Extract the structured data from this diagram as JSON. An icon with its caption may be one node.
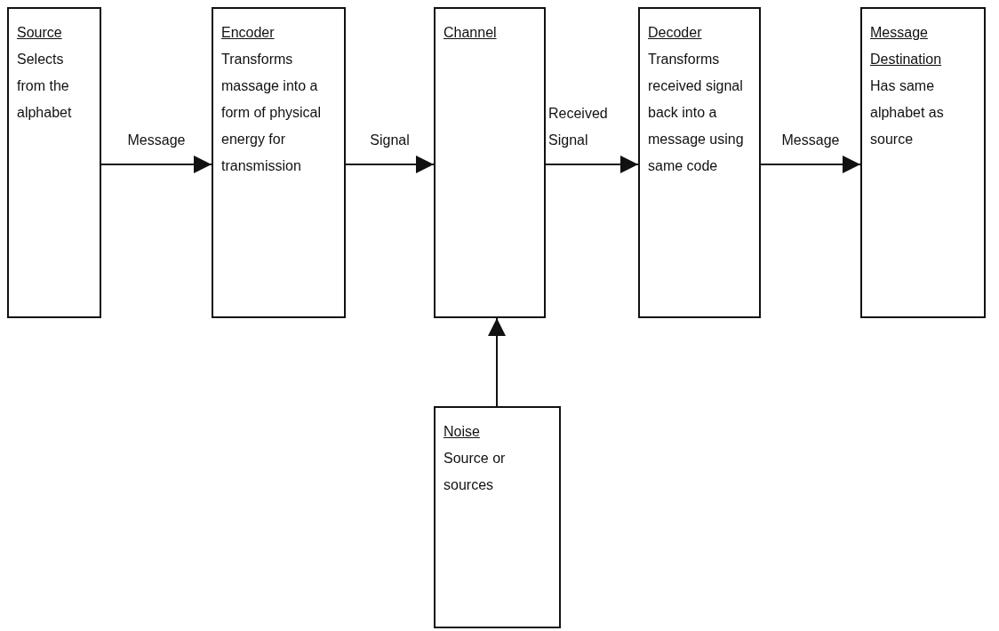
{
  "diagram": {
    "nodes": [
      {
        "text": [
          "Source",
          "Selects from the alphabet"
        ]
      },
      {
        "text": [
          "Encoder",
          "Transforms massage into a form of physical energy for transmission"
        ]
      },
      {
        "text": [
          "Channel"
        ]
      },
      {
        "text": [
          "Decoder",
          "Transforms received signal back into a message using same code"
        ]
      },
      {
        "text": [
          "Message Destination",
          "Has same alphabet as source"
        ]
      },
      {
        "text": [
          "Noise",
          "Source or sources"
        ]
      }
    ],
    "edges": [
      {
        "from": 0,
        "to": 1,
        "arrow": "to",
        "label": "Message"
      },
      {
        "from": 1,
        "to": 2,
        "arrow": "to",
        "label": "Signal"
      },
      {
        "from": 2,
        "to": 3,
        "arrow": "to",
        "label": "Received Signal"
      },
      {
        "from": 3,
        "to": 4,
        "arrow": "to",
        "label": "Message"
      },
      {
        "from": 5,
        "to": 2,
        "arrow": "to"
      }
    ]
  }
}
